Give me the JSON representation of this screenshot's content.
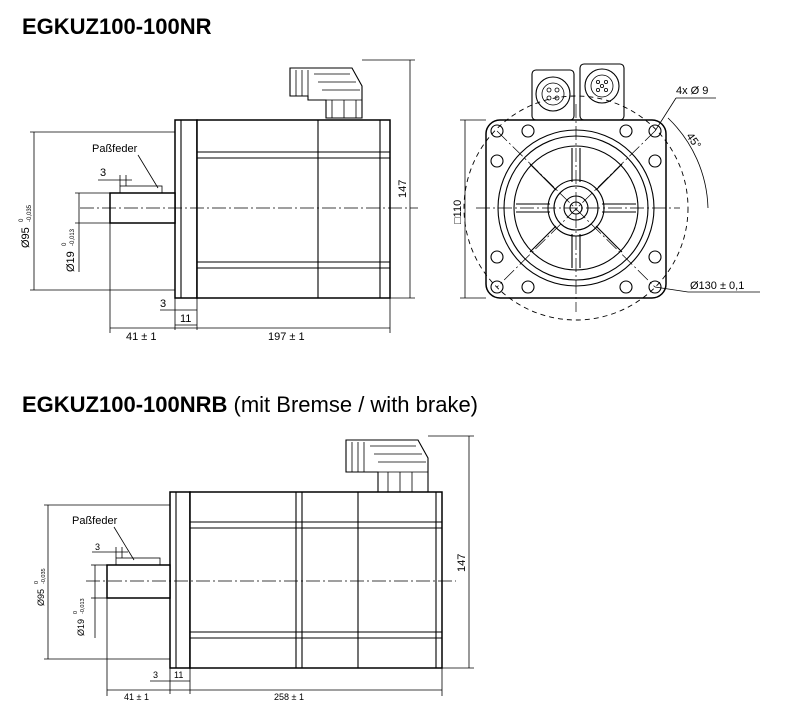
{
  "drawing1": {
    "title": "EGKUZ100-100NR",
    "side_view": {
      "key_label": "Paßfeder",
      "key_dim": "3",
      "flange_dia_label": "Ø95",
      "flange_dia_tol_upper": "0",
      "flange_dia_tol_lower": "-0,035",
      "shaft_dia_label": "Ø19",
      "shaft_dia_tol_upper": "0",
      "shaft_dia_tol_lower": "-0,013",
      "flange_gap_dim": "3",
      "flange_thickness_dim": "11",
      "shaft_length_dim": "41 ± 1",
      "body_length_dim": "197 ± 1",
      "height_dim": "147"
    },
    "front_view": {
      "square_dim": "□110",
      "holes_label": "4x Ø 9",
      "angle_label": "45°",
      "bolt_circle_label": "Ø130 ± 0,1"
    }
  },
  "drawing2": {
    "title_bold": "EGKUZ100-100NRB",
    "title_normal": " (mit Bremse / with brake)",
    "side_view": {
      "key_label": "Paßfeder",
      "key_dim": "3",
      "flange_dia_label": "Ø95",
      "flange_dia_tol_upper": "0",
      "flange_dia_tol_lower": "-0,035",
      "shaft_dia_label": "Ø19",
      "shaft_dia_tol_upper": "0",
      "shaft_dia_tol_lower": "-0,013",
      "flange_gap_dim": "3",
      "flange_thickness_dim": "11",
      "shaft_length_dim": "41 ± 1",
      "body_length_dim": "258 ± 1",
      "height_dim": "147"
    }
  }
}
